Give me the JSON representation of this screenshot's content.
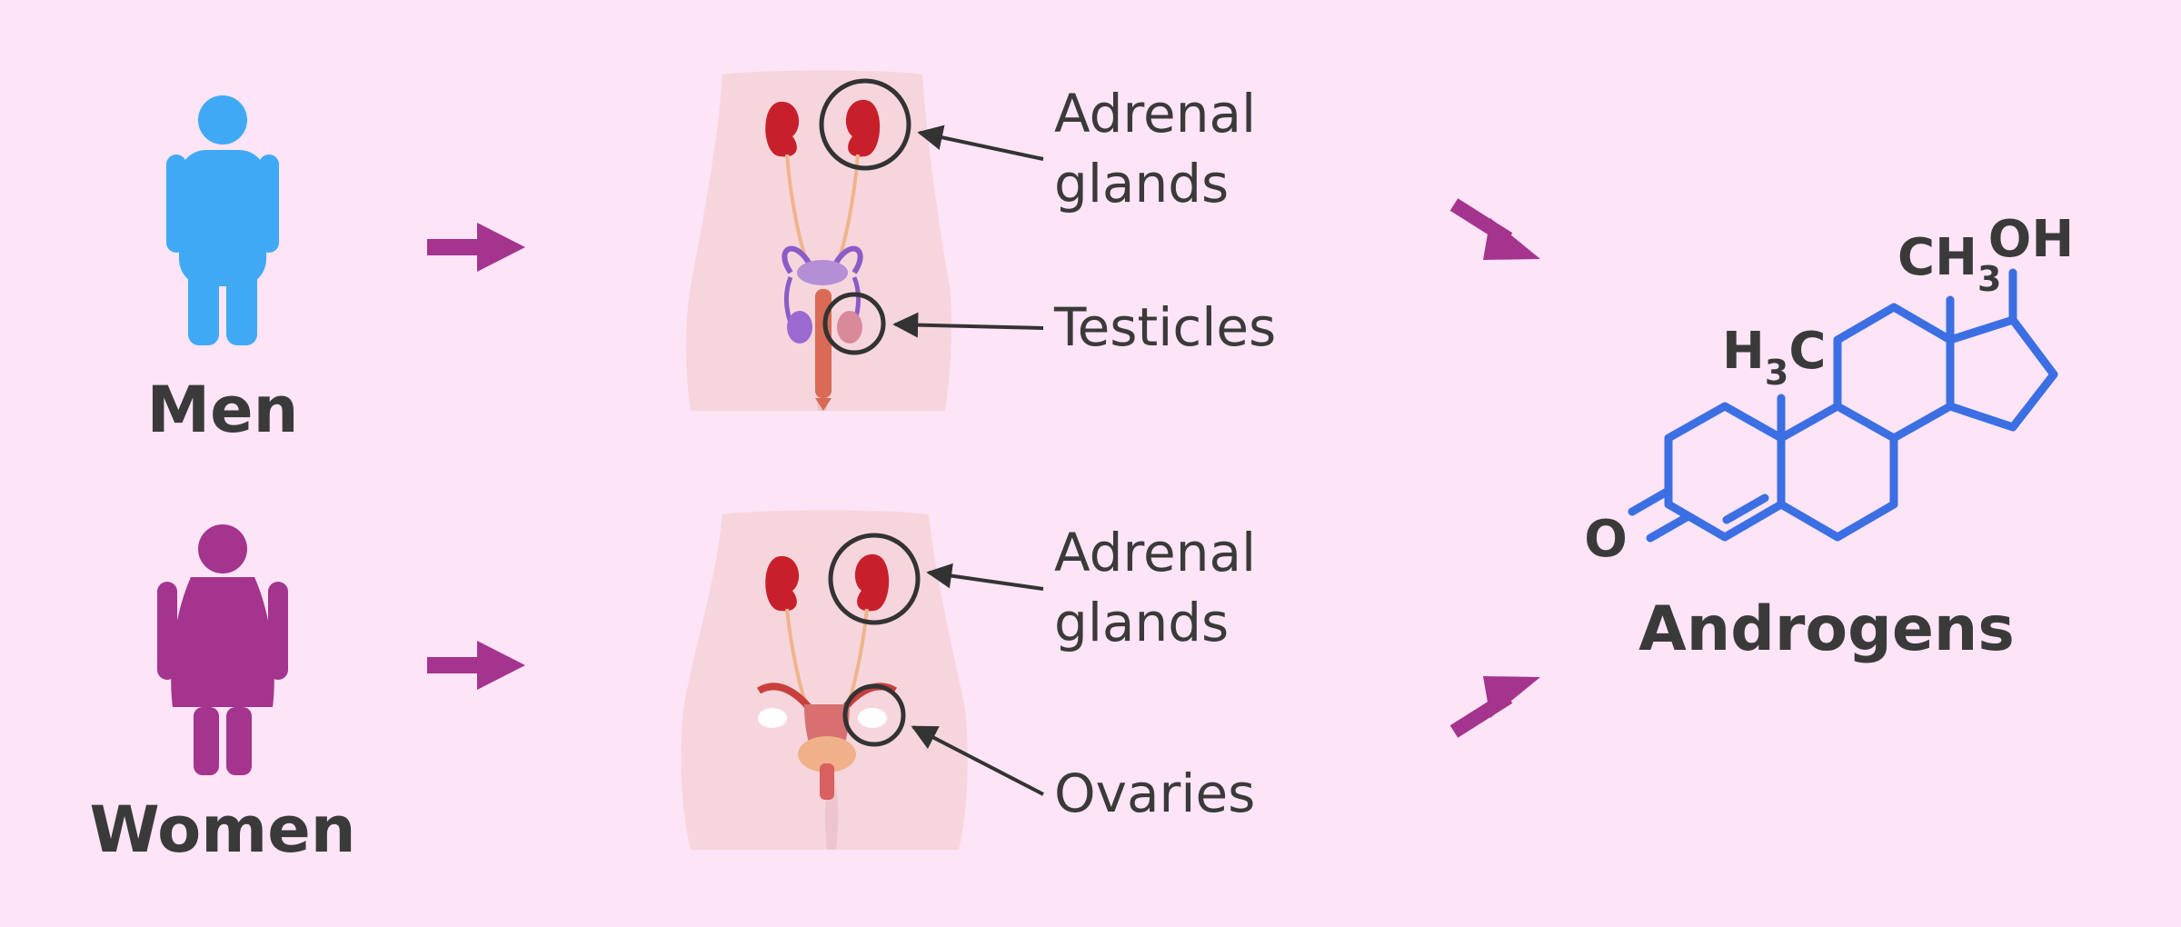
{
  "colors": {
    "background": "#fde4f6",
    "men": "#3fa9f5",
    "women": "#a4348e",
    "arrow": "#a4348e",
    "molecule": "#3b6fe3",
    "text": "#3a3a3a",
    "kidney": "#c8202b"
  },
  "men": {
    "label": "Men",
    "icon": "male-person-icon",
    "callouts": {
      "adrenal_line1": "Adrenal",
      "adrenal_line2": "glands",
      "gonad": "Testicles"
    }
  },
  "women": {
    "label": "Women",
    "icon": "female-person-icon",
    "callouts": {
      "adrenal_line1": "Adrenal",
      "adrenal_line2": "glands",
      "gonad": "Ovaries"
    }
  },
  "molecule": {
    "name": "Androgens",
    "methyl_left": {
      "main": "H",
      "sub": "3",
      "tail": "C"
    },
    "methyl_right": {
      "main": "CH",
      "sub": "3"
    },
    "hydroxyl": "OH",
    "oxygen": "O"
  }
}
